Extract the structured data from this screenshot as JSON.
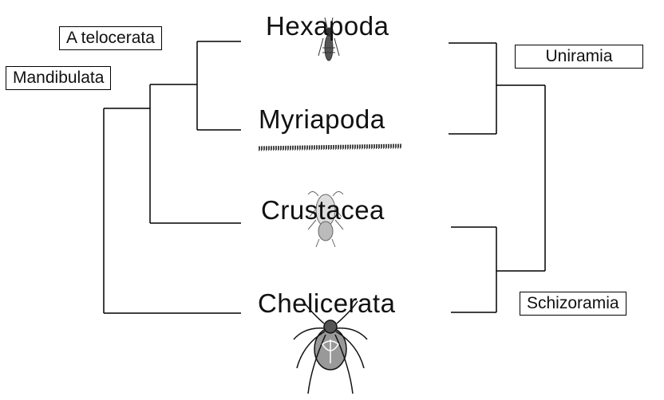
{
  "taxa": {
    "hexapoda": "Hexapoda",
    "myriapoda": "Myriapoda",
    "crustacea": "Crustacea",
    "chelicerata": "Chelicerata"
  },
  "groups": {
    "atelocerata": "A telocerata",
    "mandibulata": "Mandibulata",
    "uniramia": "Uniramia",
    "schizoramia": "Schizoramia"
  },
  "illustrations": {
    "hexapoda": "insect-icon",
    "myriapoda": "centipede-icon",
    "crustacea": "crustacean-icon",
    "chelicerata": "spider-icon"
  }
}
